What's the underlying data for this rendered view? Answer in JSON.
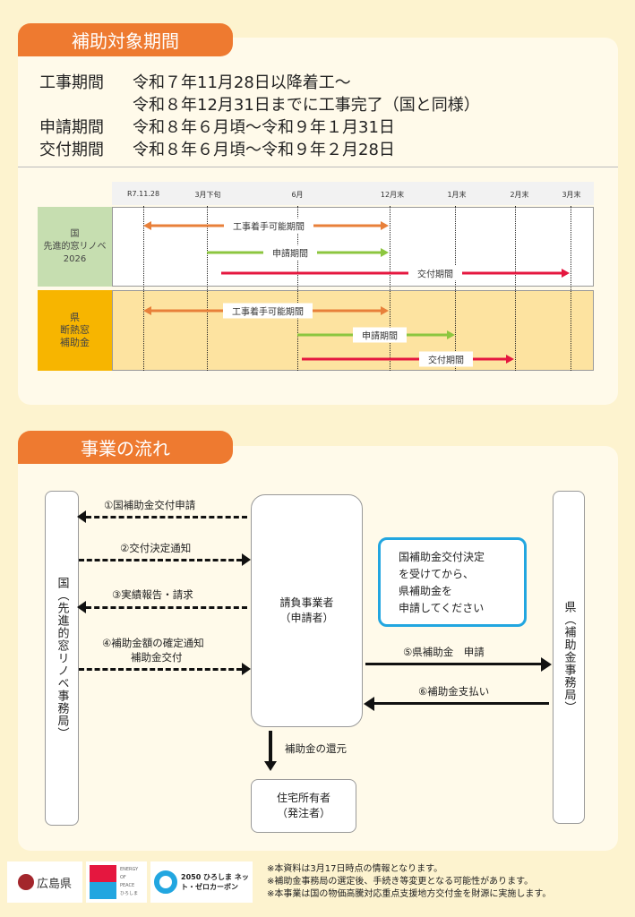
{
  "section1": {
    "title": "補助対象期間",
    "periods": [
      {
        "label": "工事期間",
        "value": "令和７年11月28日以降着工～\n令和８年12月31日までに工事完了（国と同様）"
      },
      {
        "label": "申請期間",
        "value": "令和８年６月頃～令和９年１月31日"
      },
      {
        "label": "交付期間",
        "value": "令和８年６月頃～令和９年２月28日"
      }
    ],
    "timeline": {
      "ticks": [
        "R7.11.28",
        "3月下旬",
        "6月",
        "12月末",
        "1月末",
        "2月末",
        "3月末"
      ],
      "rows": [
        {
          "name": [
            "国",
            "先進的窓リノベ",
            "2026"
          ],
          "bars": [
            "工事着手可能期間",
            "申請期間",
            "交付期間"
          ]
        },
        {
          "name": [
            "県",
            "断熱窓",
            "補助金"
          ],
          "bars": [
            "工事着手可能期間",
            "申請期間",
            "交付期間"
          ]
        }
      ],
      "colors": {
        "construction": "#e8803a",
        "apply": "#8cc63f",
        "grant": "#e5173f"
      }
    }
  },
  "section2": {
    "title": "事業の流れ",
    "national": "国（先進的窓リノベ事務局）",
    "contractor": [
      "請負事業者",
      "（申請者）"
    ],
    "prefecture": "県（補助金事務局）",
    "owner": [
      "住宅所有者",
      "（発注者）"
    ],
    "note": [
      "国補助金交付決定",
      "を受けてから、",
      "県補助金を",
      "申請してください"
    ],
    "steps": [
      "①国補助金交付申請",
      "②交付決定通知",
      "③実績報告・請求",
      "④補助金額の確定通知",
      "補助金交付",
      "⑤県補助金　申請",
      "⑥補助金支払い",
      "補助金の還元"
    ]
  },
  "footer": {
    "logos": [
      "広島県",
      "ENERGY OF PEACE ひろしま",
      "2050 ひろしま ネット・ゼロカーボン"
    ],
    "notes": [
      "※本資料は3月17日時点の情報となります。",
      "※補助金事務局の選定後、手続き等変更となる可能性があります。",
      "※本事業は国の物価高騰対応重点支援地方交付金を財源に実施します。"
    ]
  }
}
